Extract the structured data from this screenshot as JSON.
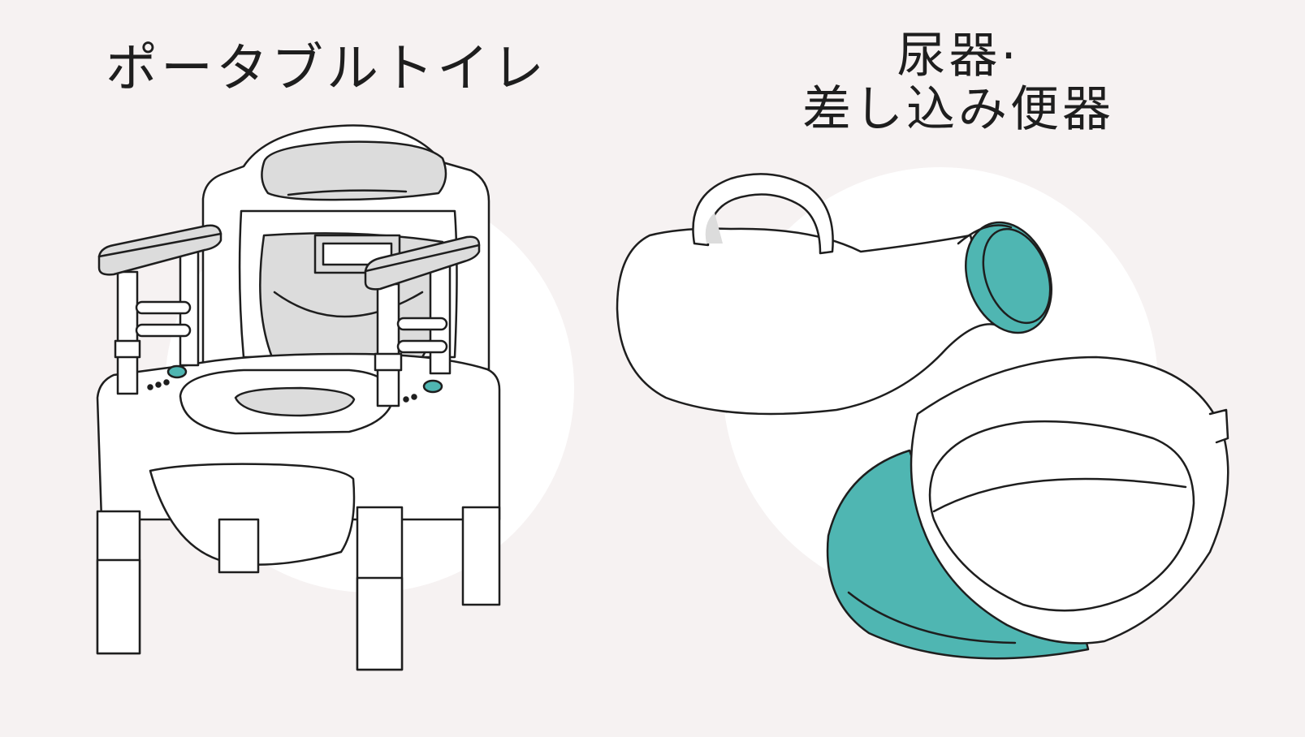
{
  "left_item": {
    "title": "ポータブルトイレ",
    "icon": "portable-toilet-illustration"
  },
  "right_item": {
    "title_line1": "尿器·",
    "title_line2": "差し込み便器",
    "icons": [
      "urinal-illustration",
      "bedpan-illustration"
    ]
  },
  "colors": {
    "background": "#f6f2f2",
    "circle": "#ffffff",
    "outline": "#1e1e1e",
    "accent_teal": "#4fb6b2",
    "shade_gray": "#dcdcdc"
  }
}
